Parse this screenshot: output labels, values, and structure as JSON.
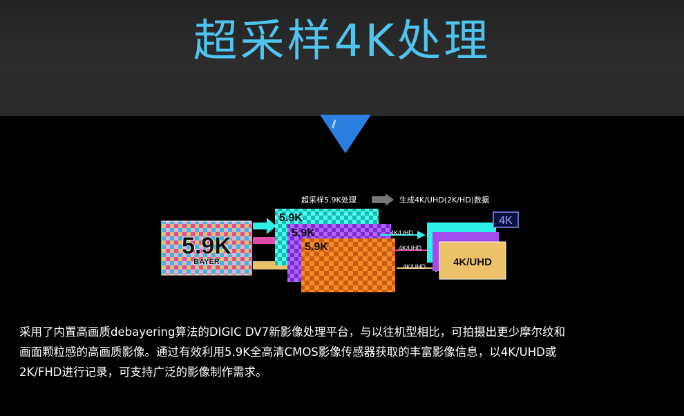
{
  "title": "超采样4K处理",
  "diagram": {
    "step1": "超采样5.9K处理",
    "step2": "生成4K/UHD(2K/HD)数据",
    "bayer_big": "5.9K",
    "bayer_sub": "BAYER",
    "layer_label": "5.9K",
    "out_label_1": "4K/UHD",
    "out_label_2": "4K/UHD",
    "out_label_3": "4K/UHD",
    "badge": "4K",
    "result": "4K/UHD"
  },
  "colors": {
    "title": "#4fc4ee",
    "cyan": "#2ff0e8",
    "purple": "#a24cf0",
    "orange": "#f07f20",
    "gold": "#ecc36a",
    "triangle": "#2a7fe0"
  },
  "paragraph": [
    "采用了内置高画质debayering算法的DIGIC DV7新影像处理平台，与以往机型相比，可拍摄出更少摩尔纹和",
    "画面颗粒感的高画质影像。通过有效利用5.9K全高清CMOS影像传感器获取的丰富影像信息，以4K/UHD或",
    "2K/FHD进行记录，可支持广泛的影像制作需求。"
  ]
}
